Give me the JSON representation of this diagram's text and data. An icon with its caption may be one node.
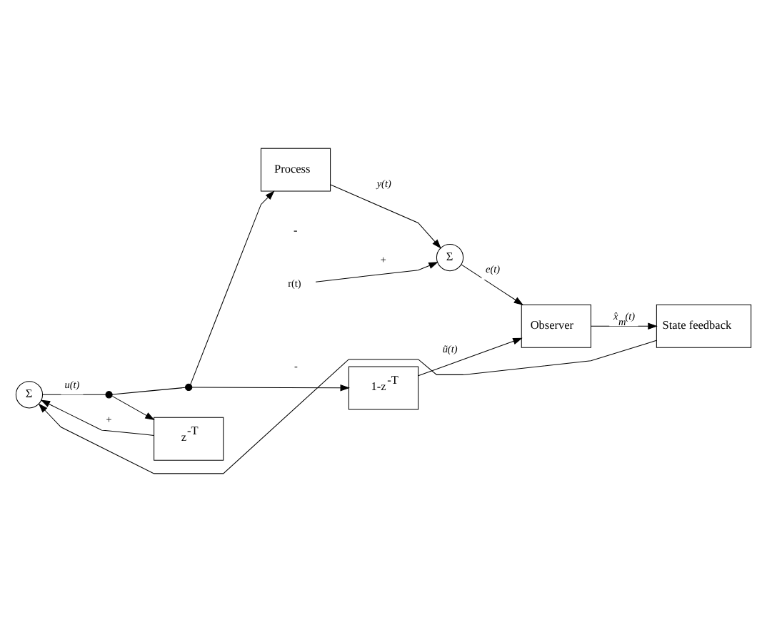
{
  "diagram": {
    "nodes": [
      {
        "text": [
          "r(t)"
        ]
      },
      {
        "text": [
          "Σ"
        ]
      },
      {
        "text": [],
        "shape": "circle"
      },
      {
        "text": [],
        "shape": "circle"
      },
      {
        "text": [
          "Process"
        ]
      },
      {
        "text": [
          "Σ"
        ]
      },
      {
        "text": [
          "Observer"
        ]
      },
      {
        "text": [
          "1-z$^{-T}$"
        ]
      },
      {
        "text": [
          "z$^{-T}$"
        ]
      },
      {
        "text": [
          "State feedback"
        ]
      }
    ],
    "edges": [
      {
        "from": 0,
        "to": 5,
        "arrow": "to",
        "label": "+"
      },
      {
        "from": 1,
        "to": 2,
        "arrow": "none",
        "label": "u(t)"
      },
      {
        "from": 2,
        "to": 3,
        "arrow": "none"
      },
      {
        "from": 3,
        "to": 4,
        "arrow": "to"
      },
      {
        "from": 4,
        "to": 5,
        "arrow": "to",
        "label": "y(t)"
      },
      {
        "from": 5,
        "to": 6,
        "arrow": "to",
        "label": "e(t)"
      },
      {
        "from": 2,
        "to": 8,
        "arrow": "to"
      },
      {
        "from": 3,
        "to": 7,
        "arrow": "to"
      },
      {
        "from": 7,
        "to": 6,
        "arrow": "to",
        "label": "ũ(t)"
      },
      {
        "from": 8,
        "to": 1,
        "arrow": "to",
        "label": "+"
      },
      {
        "from": 6,
        "to": 9,
        "arrow": "to",
        "label": "x̂$_{m}$(t)"
      },
      {
        "from": 9,
        "to": 1,
        "arrow": "to",
        "label": "-"
      }
    ],
    "labels": [
      "-"
    ]
  }
}
